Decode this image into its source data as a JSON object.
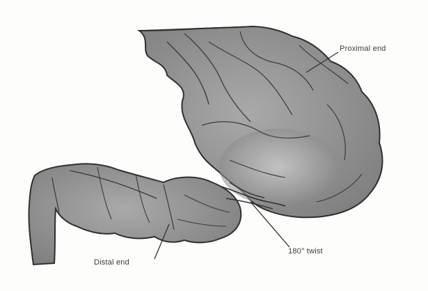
{
  "figure": {
    "labels": {
      "proximal_end": "Proximal end",
      "twist": "180° twist",
      "distal_end": "Distal end"
    }
  }
}
